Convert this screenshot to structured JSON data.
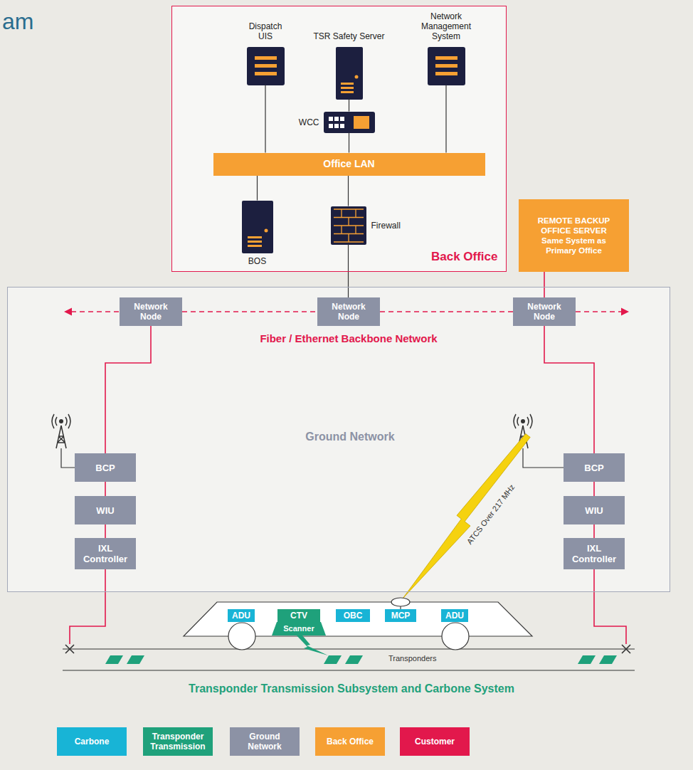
{
  "diagram": {
    "title": "am",
    "caption": "Transponder Transmission Subsystem and Carbone System",
    "nodes": [
      {
        "text": [
          "Back Office"
        ]
      },
      {
        "text": [
          "Dispatch UIS"
        ],
        "in": 0
      },
      {
        "text": [
          "TSR Safety Server"
        ],
        "in": 0
      },
      {
        "text": [
          "Network Management System"
        ],
        "in": 0
      },
      {
        "text": [
          "WCC"
        ],
        "in": 0
      },
      {
        "text": [
          "Office LAN"
        ],
        "in": 0
      },
      {
        "text": [
          "BOS"
        ],
        "in": 0
      },
      {
        "text": [
          "Firewall"
        ],
        "in": 0
      },
      {
        "text": [
          "REMOTE BACKUP OFFICE SERVER",
          "Same System as Primary Office"
        ]
      },
      {
        "text": [
          "Ground Network"
        ]
      },
      {
        "text": [
          "Network Node"
        ],
        "in": 9
      },
      {
        "text": [
          "Network Node"
        ],
        "in": 9
      },
      {
        "text": [
          "Network Node"
        ],
        "in": 9
      },
      {
        "text": [
          "BCP"
        ],
        "in": 9
      },
      {
        "text": [
          "WIU"
        ],
        "in": 9
      },
      {
        "text": [
          "IXL Controller"
        ],
        "in": 9
      },
      {
        "text": [
          "BCP"
        ],
        "in": 9
      },
      {
        "text": [
          "WIU"
        ],
        "in": 9
      },
      {
        "text": [
          "IXL Controller"
        ],
        "in": 9
      },
      {
        "text": [
          "ADU"
        ]
      },
      {
        "text": [
          "CTV"
        ]
      },
      {
        "text": [
          "Scanner"
        ]
      },
      {
        "text": [
          "OBC"
        ]
      },
      {
        "text": [
          "MCP"
        ]
      },
      {
        "text": [
          "ADU"
        ]
      }
    ],
    "edges": [
      {
        "from": 1,
        "to": 5,
        "arrow": "none"
      },
      {
        "from": 2,
        "to": 4,
        "arrow": "none"
      },
      {
        "from": 4,
        "to": 5,
        "arrow": "none"
      },
      {
        "from": 3,
        "to": 5,
        "arrow": "none"
      },
      {
        "from": 5,
        "to": 6,
        "arrow": "none"
      },
      {
        "from": 5,
        "to": 7,
        "arrow": "none"
      },
      {
        "from": 7,
        "to": 11,
        "arrow": "none"
      },
      {
        "from": 8,
        "to": 12,
        "arrow": "none"
      },
      {
        "from": 10,
        "to": 11,
        "arrow": "none"
      },
      {
        "from": 11,
        "to": 12,
        "arrow": "none"
      },
      {
        "from": 10,
        "to": 13,
        "arrow": "none"
      },
      {
        "from": 13,
        "to": 14,
        "arrow": "none"
      },
      {
        "from": 14,
        "to": 15,
        "arrow": "none"
      },
      {
        "from": 12,
        "to": 16,
        "arrow": "none"
      },
      {
        "from": 16,
        "to": 17,
        "arrow": "none"
      },
      {
        "from": 17,
        "to": 18,
        "arrow": "none"
      }
    ],
    "labels": [
      "Fiber / Ethernet Backbone Network",
      "ATCS Over 217 MHz",
      "Transponders"
    ],
    "legend": [
      {
        "text": "Carbone",
        "color": "#18b4d6"
      },
      {
        "text": "Transponder Transmission",
        "color": "#1fa17b"
      },
      {
        "text": "Ground Network",
        "color": "#8c92a5"
      },
      {
        "text": "Back Office",
        "color": "#f6a033"
      },
      {
        "text": "Customer",
        "color": "#e2184c"
      }
    ]
  }
}
